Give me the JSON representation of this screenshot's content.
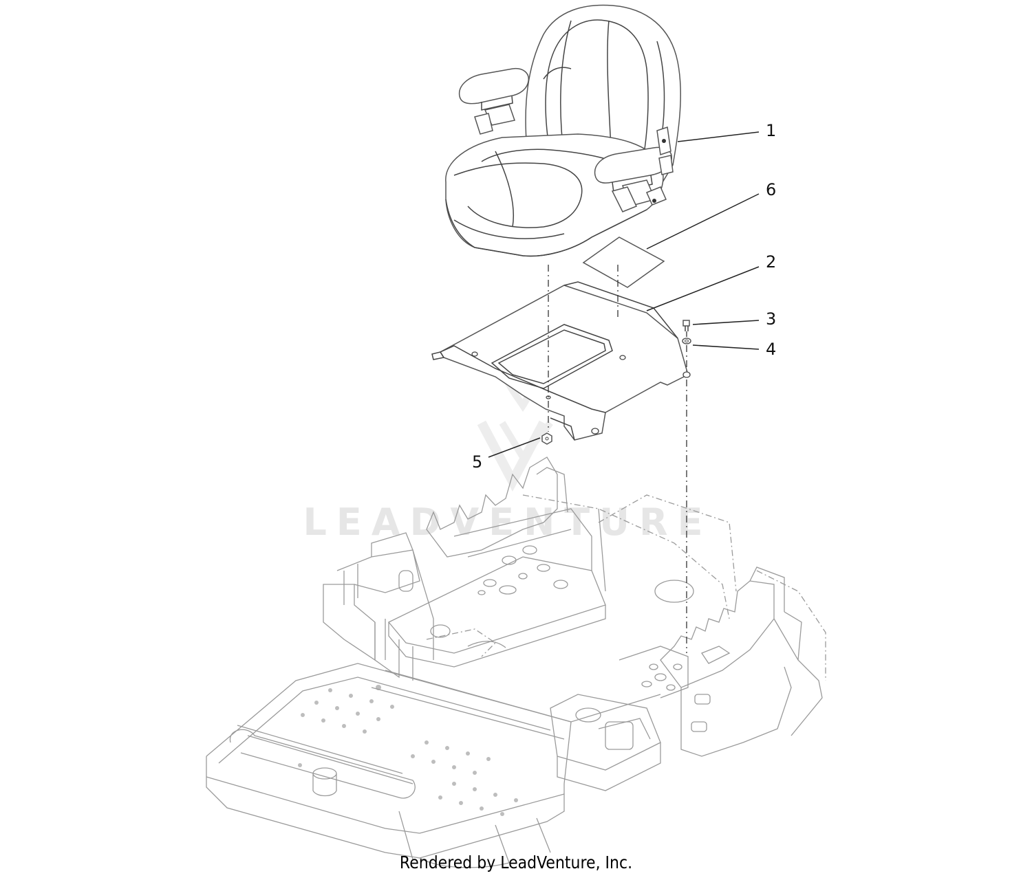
{
  "callouts": [
    {
      "number": "1",
      "part": "seat-assembly"
    },
    {
      "number": "6",
      "part": "decal-pad"
    },
    {
      "number": "2",
      "part": "seat-plate"
    },
    {
      "number": "3",
      "part": "bolt"
    },
    {
      "number": "4",
      "part": "washer"
    },
    {
      "number": "5",
      "part": "nut"
    }
  ],
  "watermark": "LEADVENTURE",
  "footer": "Rendered by LeadVenture, Inc."
}
